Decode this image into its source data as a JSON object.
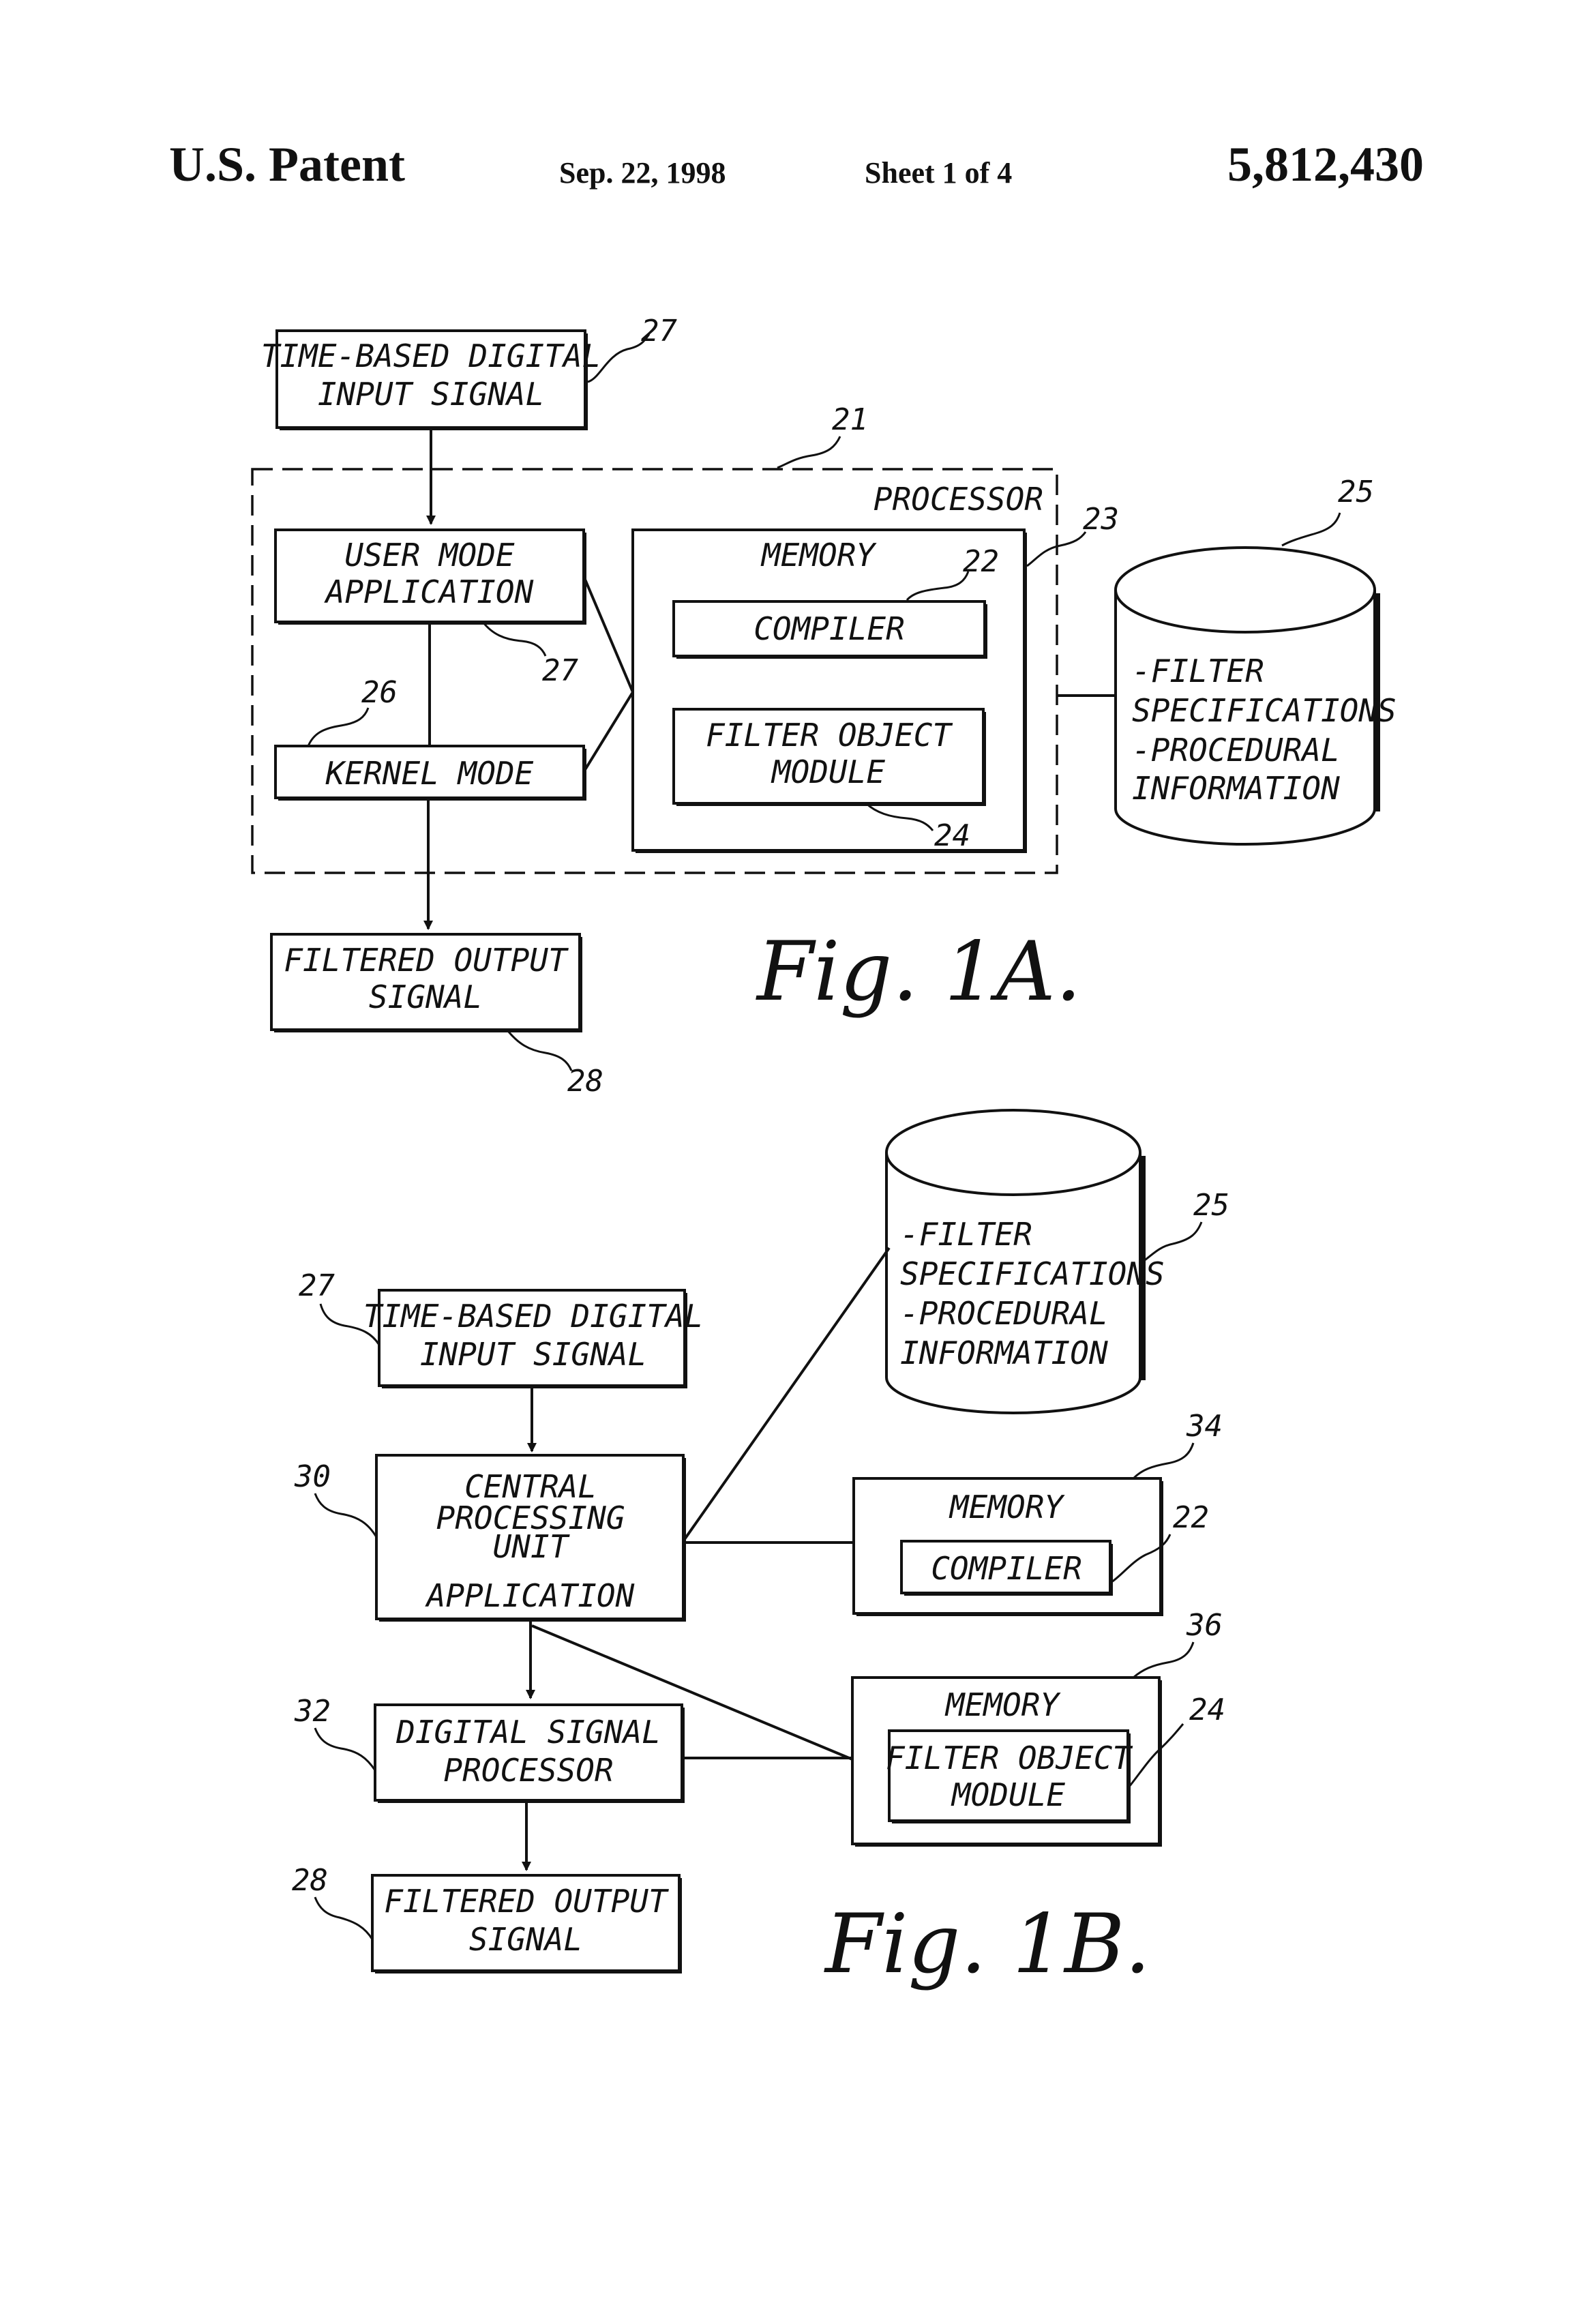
{
  "header": {
    "left": "U.S. Patent",
    "date": "Sep. 22, 1998",
    "sheet": "Sheet 1 of 4",
    "number": "5,812,430"
  },
  "fig1a": {
    "input_line1": "TIME-BASED DIGITAL",
    "input_line2": "INPUT SIGNAL",
    "processor": "PROCESSOR",
    "user_mode_line1": "USER MODE",
    "user_mode_line2": "APPLICATION",
    "kernel_mode": "KERNEL MODE",
    "memory": "MEMORY",
    "compiler": "COMPILER",
    "filter_line1": "FILTER OBJECT",
    "filter_line2": "MODULE",
    "db_line1": "-FILTER",
    "db_line2": "SPECIFICATIONS",
    "db_line3": "-PROCEDURAL",
    "db_line4": "INFORMATION",
    "output_line1": "FILTERED OUTPUT",
    "output_line2": "SIGNAL",
    "refs": {
      "input": "27",
      "processor": "21",
      "memory": "23",
      "compiler": "22",
      "filter": "24",
      "user_mode": "27",
      "kernel": "26",
      "db": "25",
      "output": "28"
    },
    "caption": "Fig. 1A."
  },
  "fig1b": {
    "db_line1": "-FILTER",
    "db_line2": "SPECIFICATIONS",
    "db_line3": "-PROCEDURAL",
    "db_line4": "INFORMATION",
    "input_line1": "TIME-BASED DIGITAL",
    "input_line2": "INPUT SIGNAL",
    "cpu_line1": "CENTRAL",
    "cpu_line2": "PROCESSING",
    "cpu_line3": "UNIT",
    "cpu_line4": "APPLICATION",
    "memory1": "MEMORY",
    "compiler": "COMPILER",
    "dsp_line1": "DIGITAL SIGNAL",
    "dsp_line2": "PROCESSOR",
    "memory2": "MEMORY",
    "filter_line1": "FILTER OBJECT",
    "filter_line2": "MODULE",
    "output_line1": "FILTERED OUTPUT",
    "output_line2": "SIGNAL",
    "refs": {
      "db": "25",
      "input": "27",
      "cpu": "30",
      "memory1": "34",
      "compiler": "22",
      "memory2": "36",
      "filter": "24",
      "dsp": "32",
      "output": "28"
    },
    "caption": "Fig. 1B."
  }
}
